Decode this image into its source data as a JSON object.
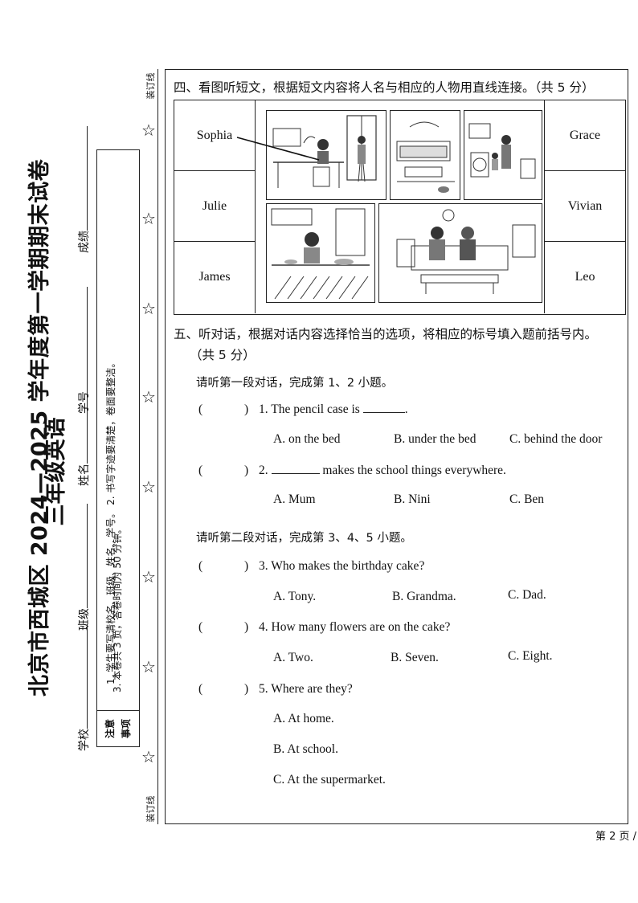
{
  "sidebar": {
    "exam_title": "北京市西城区 2024—2025 学年度第一学期期末试卷",
    "subject_title": "三年级英语",
    "fields": {
      "school": "学校",
      "class": "班级",
      "name": "姓名",
      "student_id": "学号",
      "score": "成绩"
    },
    "notice_label_1": "注意",
    "notice_label_2": "事项",
    "notice_line_1": "1. 学生要写清校名、班级、姓名、学号。   2. 书写字迹要清楚，卷面要整洁。",
    "notice_line_2": "3. 本卷共 3 页，答卷时间为 50 分钟。",
    "binding_line_top": "装订线",
    "binding_line_bottom": "装订线",
    "star_glyph": "☆"
  },
  "section4": {
    "title": "四、看图听短文，根据短文内容将人名与相应的人物用直线连接。（共 5 分）",
    "left_names": [
      "Sophia",
      "Julie",
      "James"
    ],
    "right_names": [
      "Grace",
      "Vivian",
      "Leo"
    ]
  },
  "section5": {
    "title_line1": "五、听对话，根据对话内容选择恰当的选项，将相应的标号填入题前括号内。",
    "title_line2": "（共 5 分）",
    "part1_instruction": "请听第一段对话，完成第 1、2 小题。",
    "part2_instruction": "请听第二段对话，完成第 3、4、5 小题。",
    "paren_open": "(",
    "paren_close": ")",
    "questions": [
      {
        "number": "1.",
        "text_before": "The pencil case is",
        "text_after": ".",
        "options": [
          "A. on the bed",
          "B. under the bed",
          "C. behind the door"
        ]
      },
      {
        "number": "2.",
        "text_before": "",
        "text_after": "makes the school things everywhere.",
        "options": [
          "A. Mum",
          "B. Nini",
          "C. Ben"
        ]
      },
      {
        "number": "3.",
        "text_before": "Who makes the birthday cake?",
        "text_after": "",
        "options": [
          "A. Tony.",
          "B. Grandma.",
          "C. Dad."
        ]
      },
      {
        "number": "4.",
        "text_before": "How many flowers are on the cake?",
        "text_after": "",
        "options": [
          "A. Two.",
          "B. Seven.",
          "C. Eight."
        ]
      },
      {
        "number": "5.",
        "text_before": "Where are they?",
        "text_after": "",
        "options": [
          "A. At home.",
          "B. At school.",
          "C. At the supermarket."
        ]
      }
    ]
  },
  "footer": {
    "page_number": "第 2 页 /"
  }
}
